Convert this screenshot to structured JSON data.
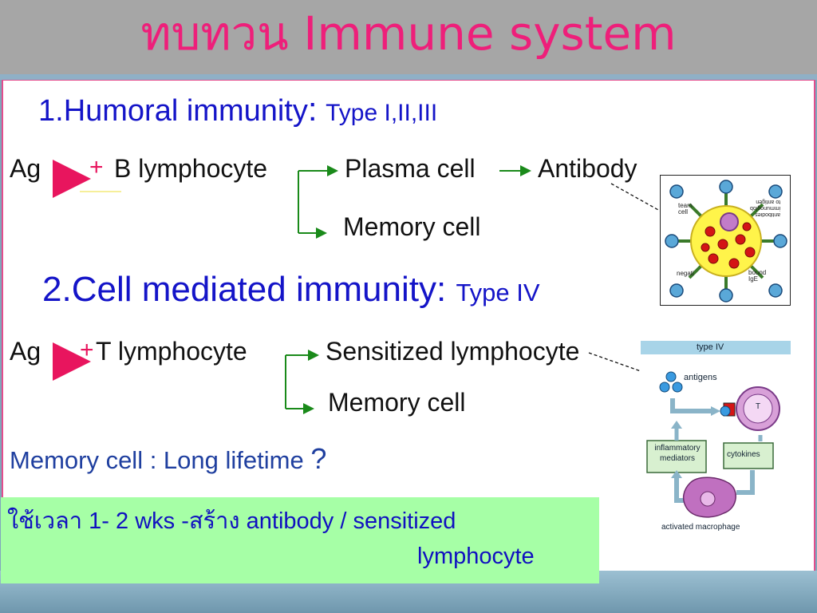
{
  "title": "ทบทวน Immune system",
  "humoral": {
    "heading": "1.Humoral immunity",
    "colon": ":",
    "types": "Type I,II,III",
    "ag": "Ag",
    "plus": "+",
    "b_cell": "B lymphocyte",
    "plasma": "Plasma cell",
    "antibody": "Antibody",
    "memory": "Memory cell"
  },
  "cell_mediated": {
    "heading": "2.Cell mediated immunity:",
    "types": "Type IV",
    "ag": "Ag",
    "plus": "+",
    "t_cell": "T lymphocyte",
    "sensitized": "Sensitized lymphocyte",
    "memory": "Memory cell"
  },
  "lifetime": {
    "text": "Memory cell : Long lifetime",
    "q": "?"
  },
  "note": {
    "thai1": "ใช้เวลา",
    "range": " 1- 2 wks -",
    "thai2": "สร้าง",
    "rest": " antibody / sensitized",
    "line2": "lymphocyte"
  },
  "fig_antibody": {
    "labels_top_left": [
      "team",
      "cell"
    ],
    "label_bottom_left": "negati",
    "label_bottom_right": [
      "bound",
      "IgE"
    ],
    "label_top_right": [
      "antibodies",
      "immunoglob",
      "to antigen"
    ]
  },
  "fig_type4": {
    "title": "type IV",
    "antigens": "antigens",
    "t_label": "T",
    "inflammatory": [
      "inflammatory",
      "mediators"
    ],
    "cytokines": "cytokines",
    "macrophage": "activated macrophage"
  },
  "colors": {
    "title": "#ee1f7a",
    "heading": "#1414c8",
    "arrow_pink": "#e8155e",
    "arrow_green": "#1a8a1a",
    "note_bg": "#a6ffa6"
  }
}
